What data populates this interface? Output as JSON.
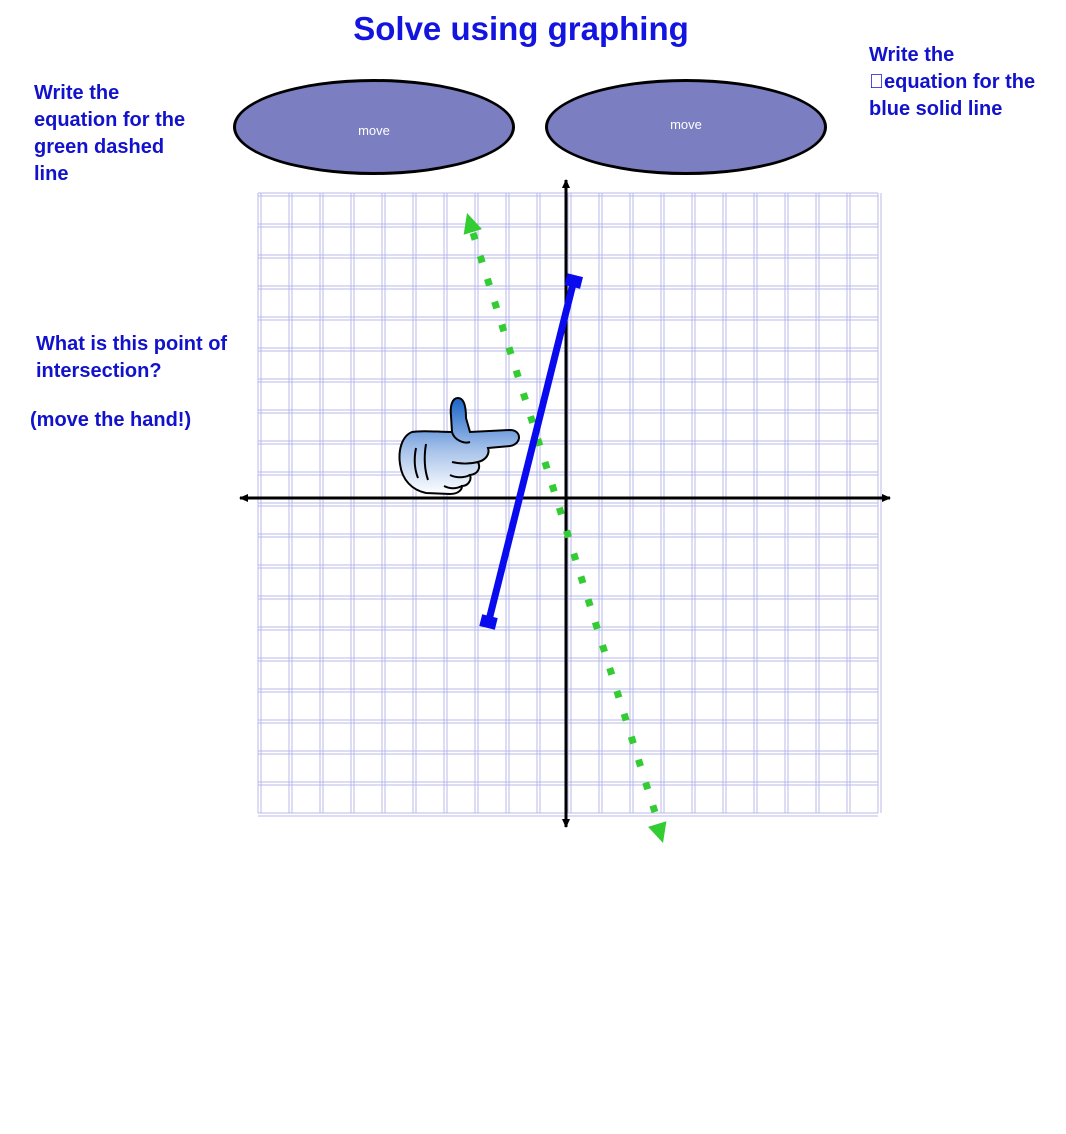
{
  "title": "Solve using graphing",
  "left_note": "Write the equation for the green dashed line",
  "right_note": "Write the equation for the blue solid line",
  "question": "What is this point of intersection?",
  "hint": "(move the hand!)",
  "ovals": [
    {
      "label": "move"
    },
    {
      "label": "move"
    }
  ],
  "graph": {
    "grid_size": 20,
    "axis_color": "#000000",
    "grid_color": "#b8b8e8",
    "green_line": {
      "color": "#33cc33",
      "style": "dashed",
      "from": [
        -3,
        9
      ],
      "to": [
        3,
        -11
      ]
    },
    "blue_line": {
      "color": "#0a0aee",
      "style": "solid",
      "from": [
        0.25,
        7
      ],
      "to": [
        -2.5,
        -4
      ]
    }
  },
  "hand_icon": "pointing-hand-icon",
  "colors": {
    "title": "#1414e0",
    "text": "#1212cc",
    "oval_fill": "#7b7ec0"
  }
}
